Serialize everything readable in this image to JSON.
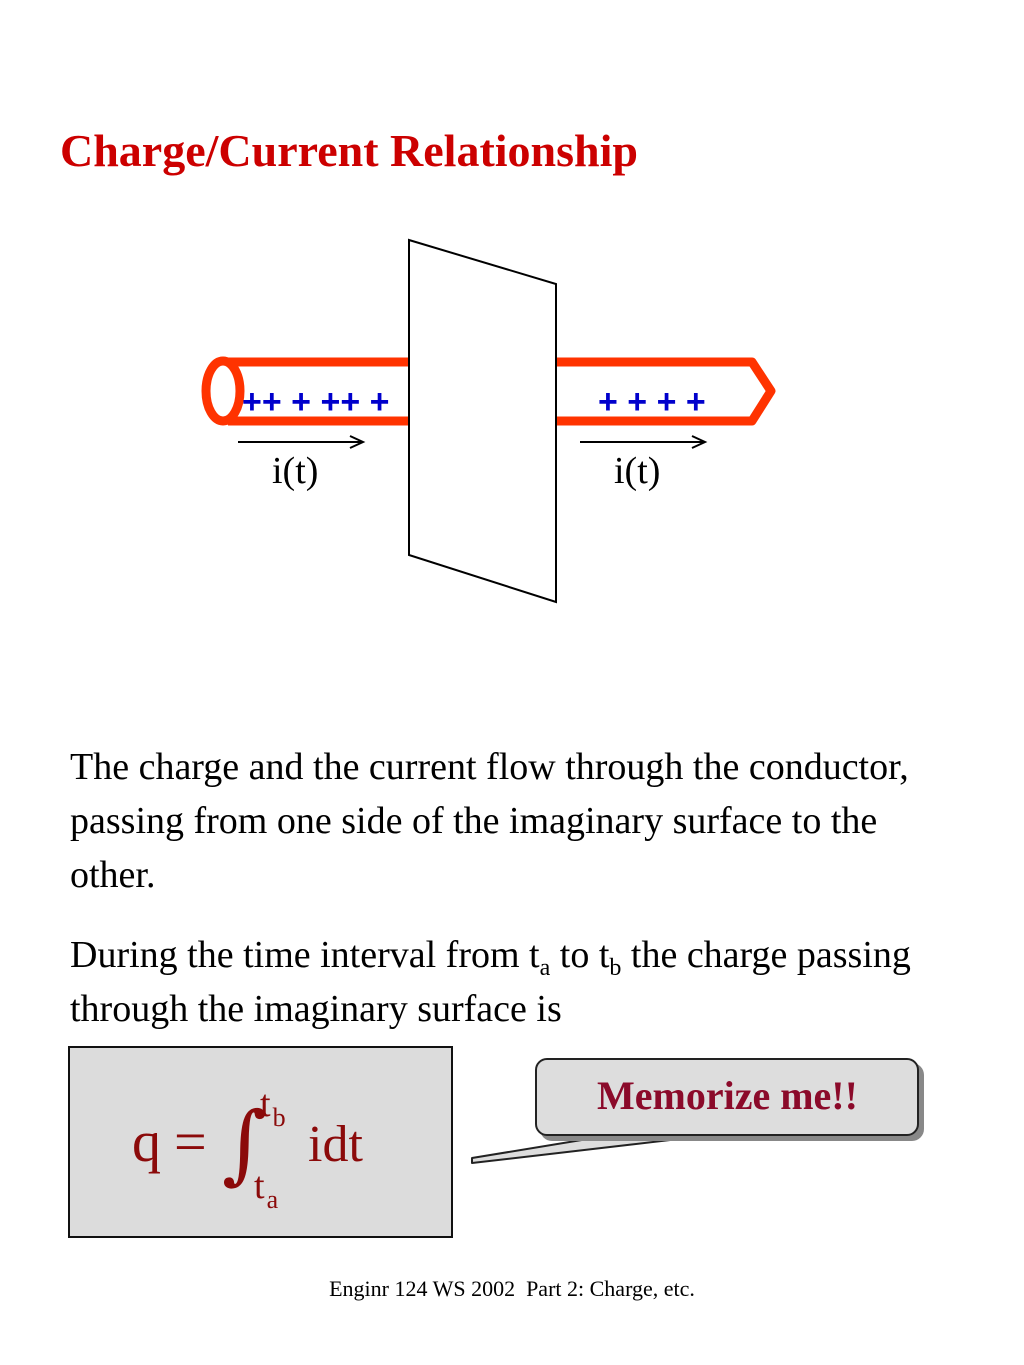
{
  "slide": {
    "title": "Charge/Current Relationship",
    "diagram": {
      "charges_left": "++ + ++ +",
      "charges_right": "+ + + +",
      "current_label_left": "i(t)",
      "current_label_right": "i(t)"
    },
    "paragraph1": "The charge and the current flow through the conductor, passing from one side of the imaginary surface to the other.",
    "paragraph2": {
      "part1": "During the time interval from t",
      "sub_a": "a",
      "part2": " to t",
      "sub_b": "b",
      "part3": " the charge passing through the imaginary surface is"
    },
    "formula": {
      "lhs": "q",
      "equals": "=",
      "integral": "∫",
      "upper_base": "t",
      "upper_sub": "b",
      "lower_base": "t",
      "lower_sub": "a",
      "integrand": "idt"
    },
    "callout": "Memorize me!!",
    "footer": "Enginr 124 WS 2002  Part 2: Charge, etc."
  },
  "colors": {
    "title": "#cc0000",
    "conductor": "#ff3300",
    "charges": "#0000cc",
    "formula_text": "#8b0a0a",
    "callout_text": "#8b0a2a"
  }
}
